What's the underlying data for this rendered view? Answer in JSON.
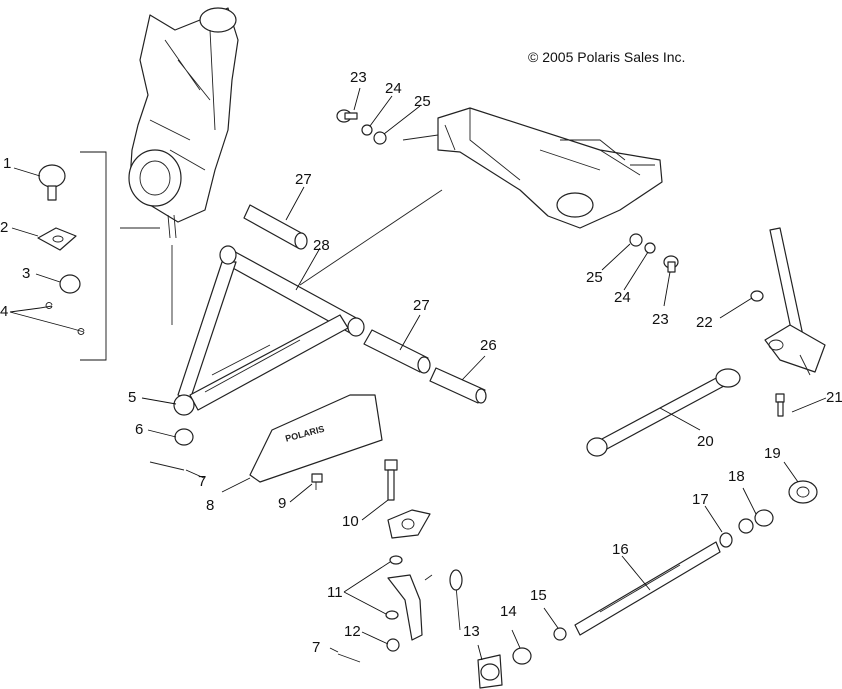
{
  "copyright": "© 2005 Polaris Sales Inc.",
  "labels": {
    "l1": "1",
    "l2": "2",
    "l3": "3",
    "l4": "4",
    "l5": "5",
    "l6": "6",
    "l7a": "7",
    "l7b": "7",
    "l8": "8",
    "l9": "9",
    "l10": "10",
    "l11": "11",
    "l12": "12",
    "l13": "13",
    "l14": "14",
    "l15": "15",
    "l16": "16",
    "l17": "17",
    "l18": "18",
    "l19": "19",
    "l20": "20",
    "l21": "21",
    "l22": "22",
    "l23a": "23",
    "l23b": "23",
    "l24a": "24",
    "l24b": "24",
    "l25a": "25",
    "l25b": "25",
    "l26": "26",
    "l27a": "27",
    "l27b": "27",
    "l28": "28"
  },
  "guard_logo": "POLARIS"
}
